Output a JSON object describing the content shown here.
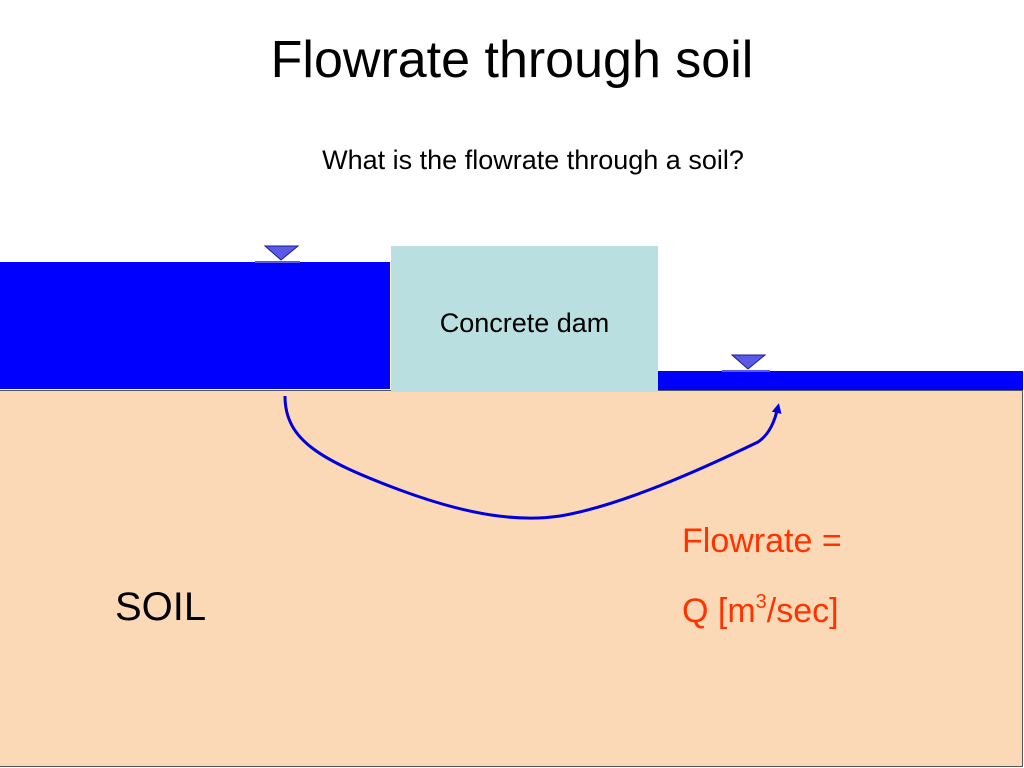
{
  "title": "Flowrate through soil",
  "subtitle": "What is the flowrate through a soil?",
  "dam_label": "Concrete dam",
  "soil_label": "SOIL",
  "flowrate": {
    "line1": "Flowrate =",
    "line2_prefix": "Q [m",
    "line2_sup": "3",
    "line2_suffix": "/sec]"
  },
  "icons": {
    "upstream_water_level": "water-level-triangle-icon",
    "downstream_water_level": "water-level-triangle-icon",
    "flow_path": "curved-arrow-icon"
  },
  "colors": {
    "water": "#0000ff",
    "dam": "#b9dfe1",
    "soil": "#fcd9b6",
    "flow_arrow": "#0000dd",
    "water_level_marker": "#5a5ae6",
    "flowrate_text": "#ff3300"
  }
}
